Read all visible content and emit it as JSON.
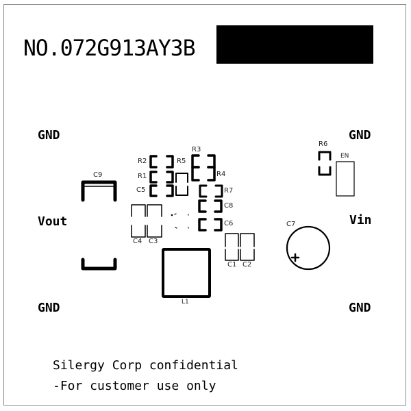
{
  "board": {
    "part_number": "NO.072G913AY3B",
    "redacted_block": true,
    "colors": {
      "background": "#ffffff",
      "silkscreen": "#000000",
      "outline": "#8a8a8a"
    }
  },
  "nets": {
    "gnd_top_left": "GND",
    "gnd_top_right": "GND",
    "vout": "Vout",
    "vin": "Vin",
    "gnd_bottom_left": "GND",
    "gnd_bottom_right": "GND"
  },
  "components": {
    "C9": "C9",
    "R2": "R2",
    "R1": "R1",
    "C5": "C5",
    "R5": "R5",
    "R3": "R3",
    "R4": "R4",
    "R7": "R7",
    "C8": "C8",
    "C6": "C6",
    "C4": "C4",
    "C3": "C3",
    "C1": "C1",
    "C2": "C2",
    "L1": "L1",
    "R6": "R6",
    "EN": "EN",
    "C7": "C7",
    "C7_polarity": "+"
  },
  "footer": {
    "line1": "Silergy Corp confidential",
    "line2": "-For customer use only"
  }
}
